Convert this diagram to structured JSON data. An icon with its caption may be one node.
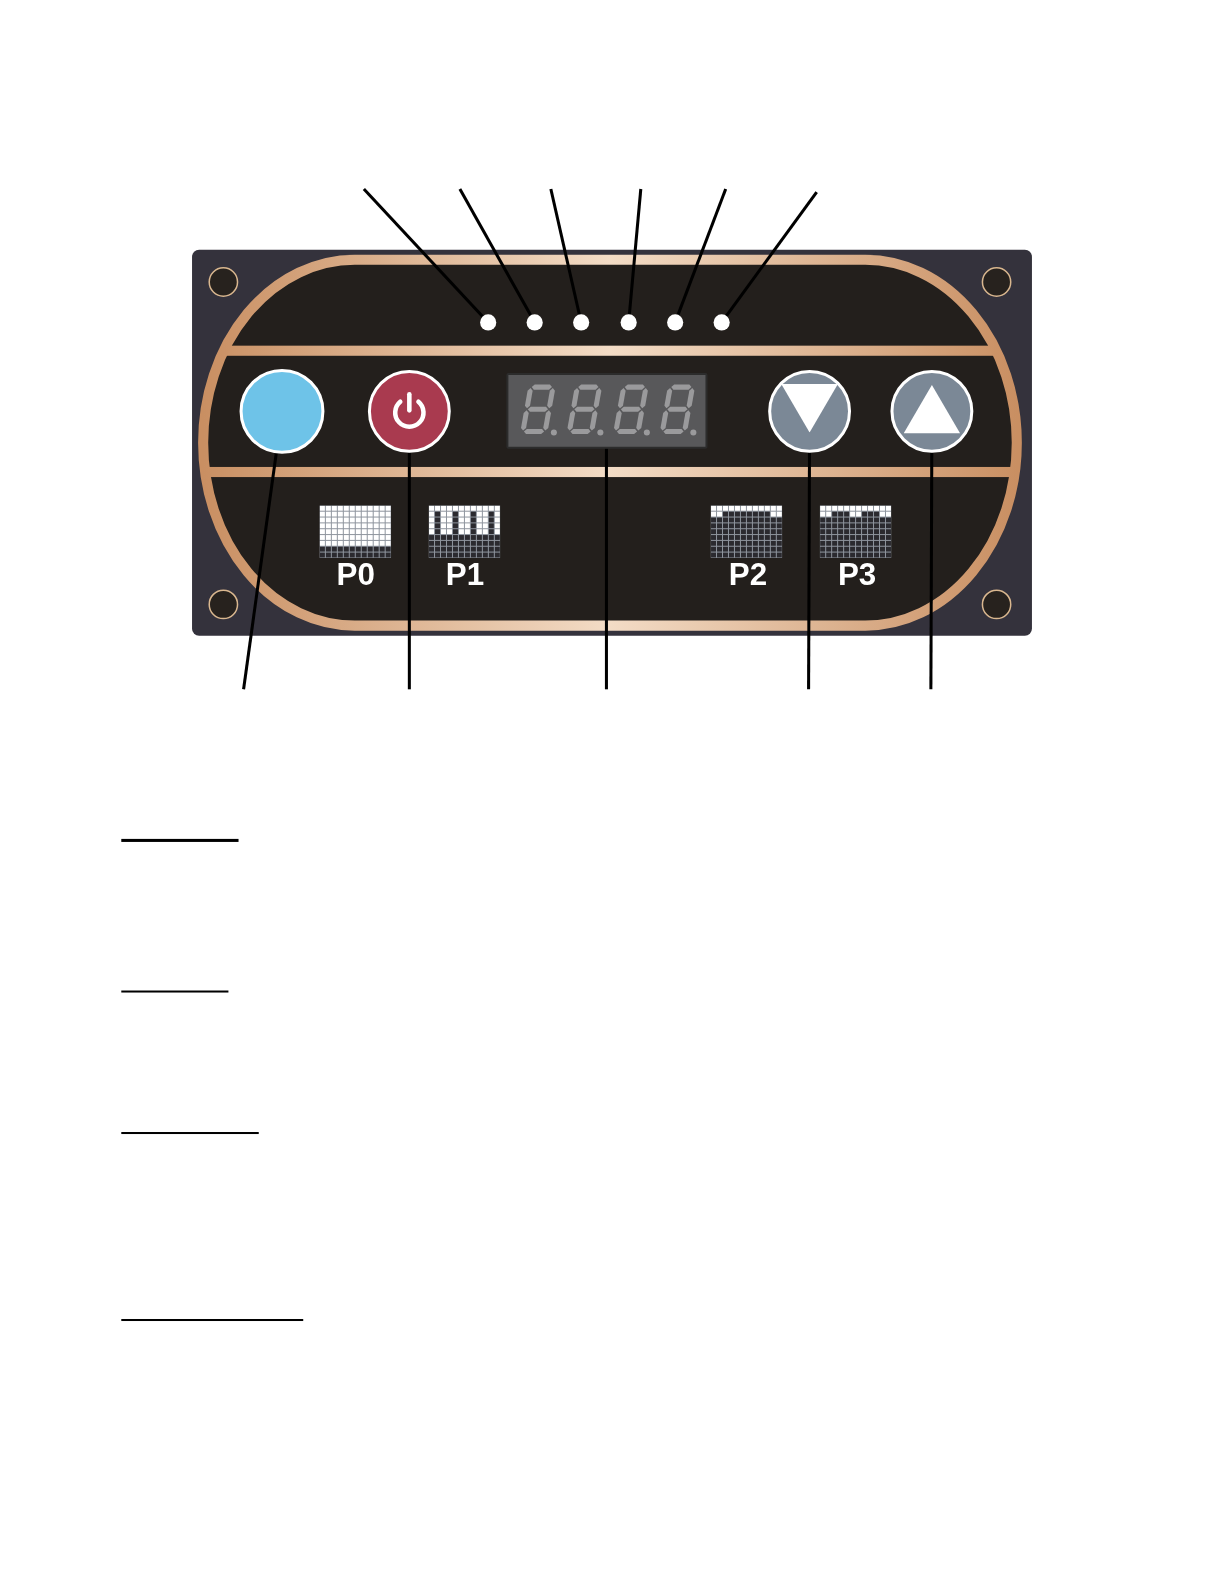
{
  "diagram": {
    "nodes": [
      {
        "text": [],
        "shape": "circle"
      },
      {
        "text": [],
        "shape": "circle"
      },
      {
        "text": [],
        "shape": "circle"
      },
      {
        "text": [],
        "shape": "circle"
      },
      {
        "text": [],
        "shape": "circle"
      },
      {
        "text": [],
        "shape": "circle"
      },
      {
        "text": [],
        "shape": "circle"
      },
      {
        "text": [],
        "shape": "circle"
      },
      {
        "text": [],
        "shape": "box"
      },
      {
        "text": [],
        "shape": "circle"
      },
      {
        "text": [],
        "shape": "circle"
      }
    ],
    "edges": [
      {
        "from": null,
        "to": 0,
        "arrow": "none"
      },
      {
        "from": null,
        "to": 1,
        "arrow": "none"
      },
      {
        "from": null,
        "to": 2,
        "arrow": "none"
      },
      {
        "from": null,
        "to": 3,
        "arrow": "none"
      },
      {
        "from": null,
        "to": 4,
        "arrow": "none"
      },
      {
        "from": null,
        "to": 5,
        "arrow": "none"
      },
      {
        "from": null,
        "to": 6,
        "arrow": "none"
      },
      {
        "from": null,
        "to": 7,
        "arrow": "none"
      },
      {
        "from": null,
        "to": 8,
        "arrow": "none"
      },
      {
        "from": null,
        "to": 9,
        "arrow": "none"
      },
      {
        "from": null,
        "to": 10,
        "arrow": "none"
      }
    ],
    "labels": [
      "P0",
      "P1",
      "P2",
      "P3"
    ]
  }
}
